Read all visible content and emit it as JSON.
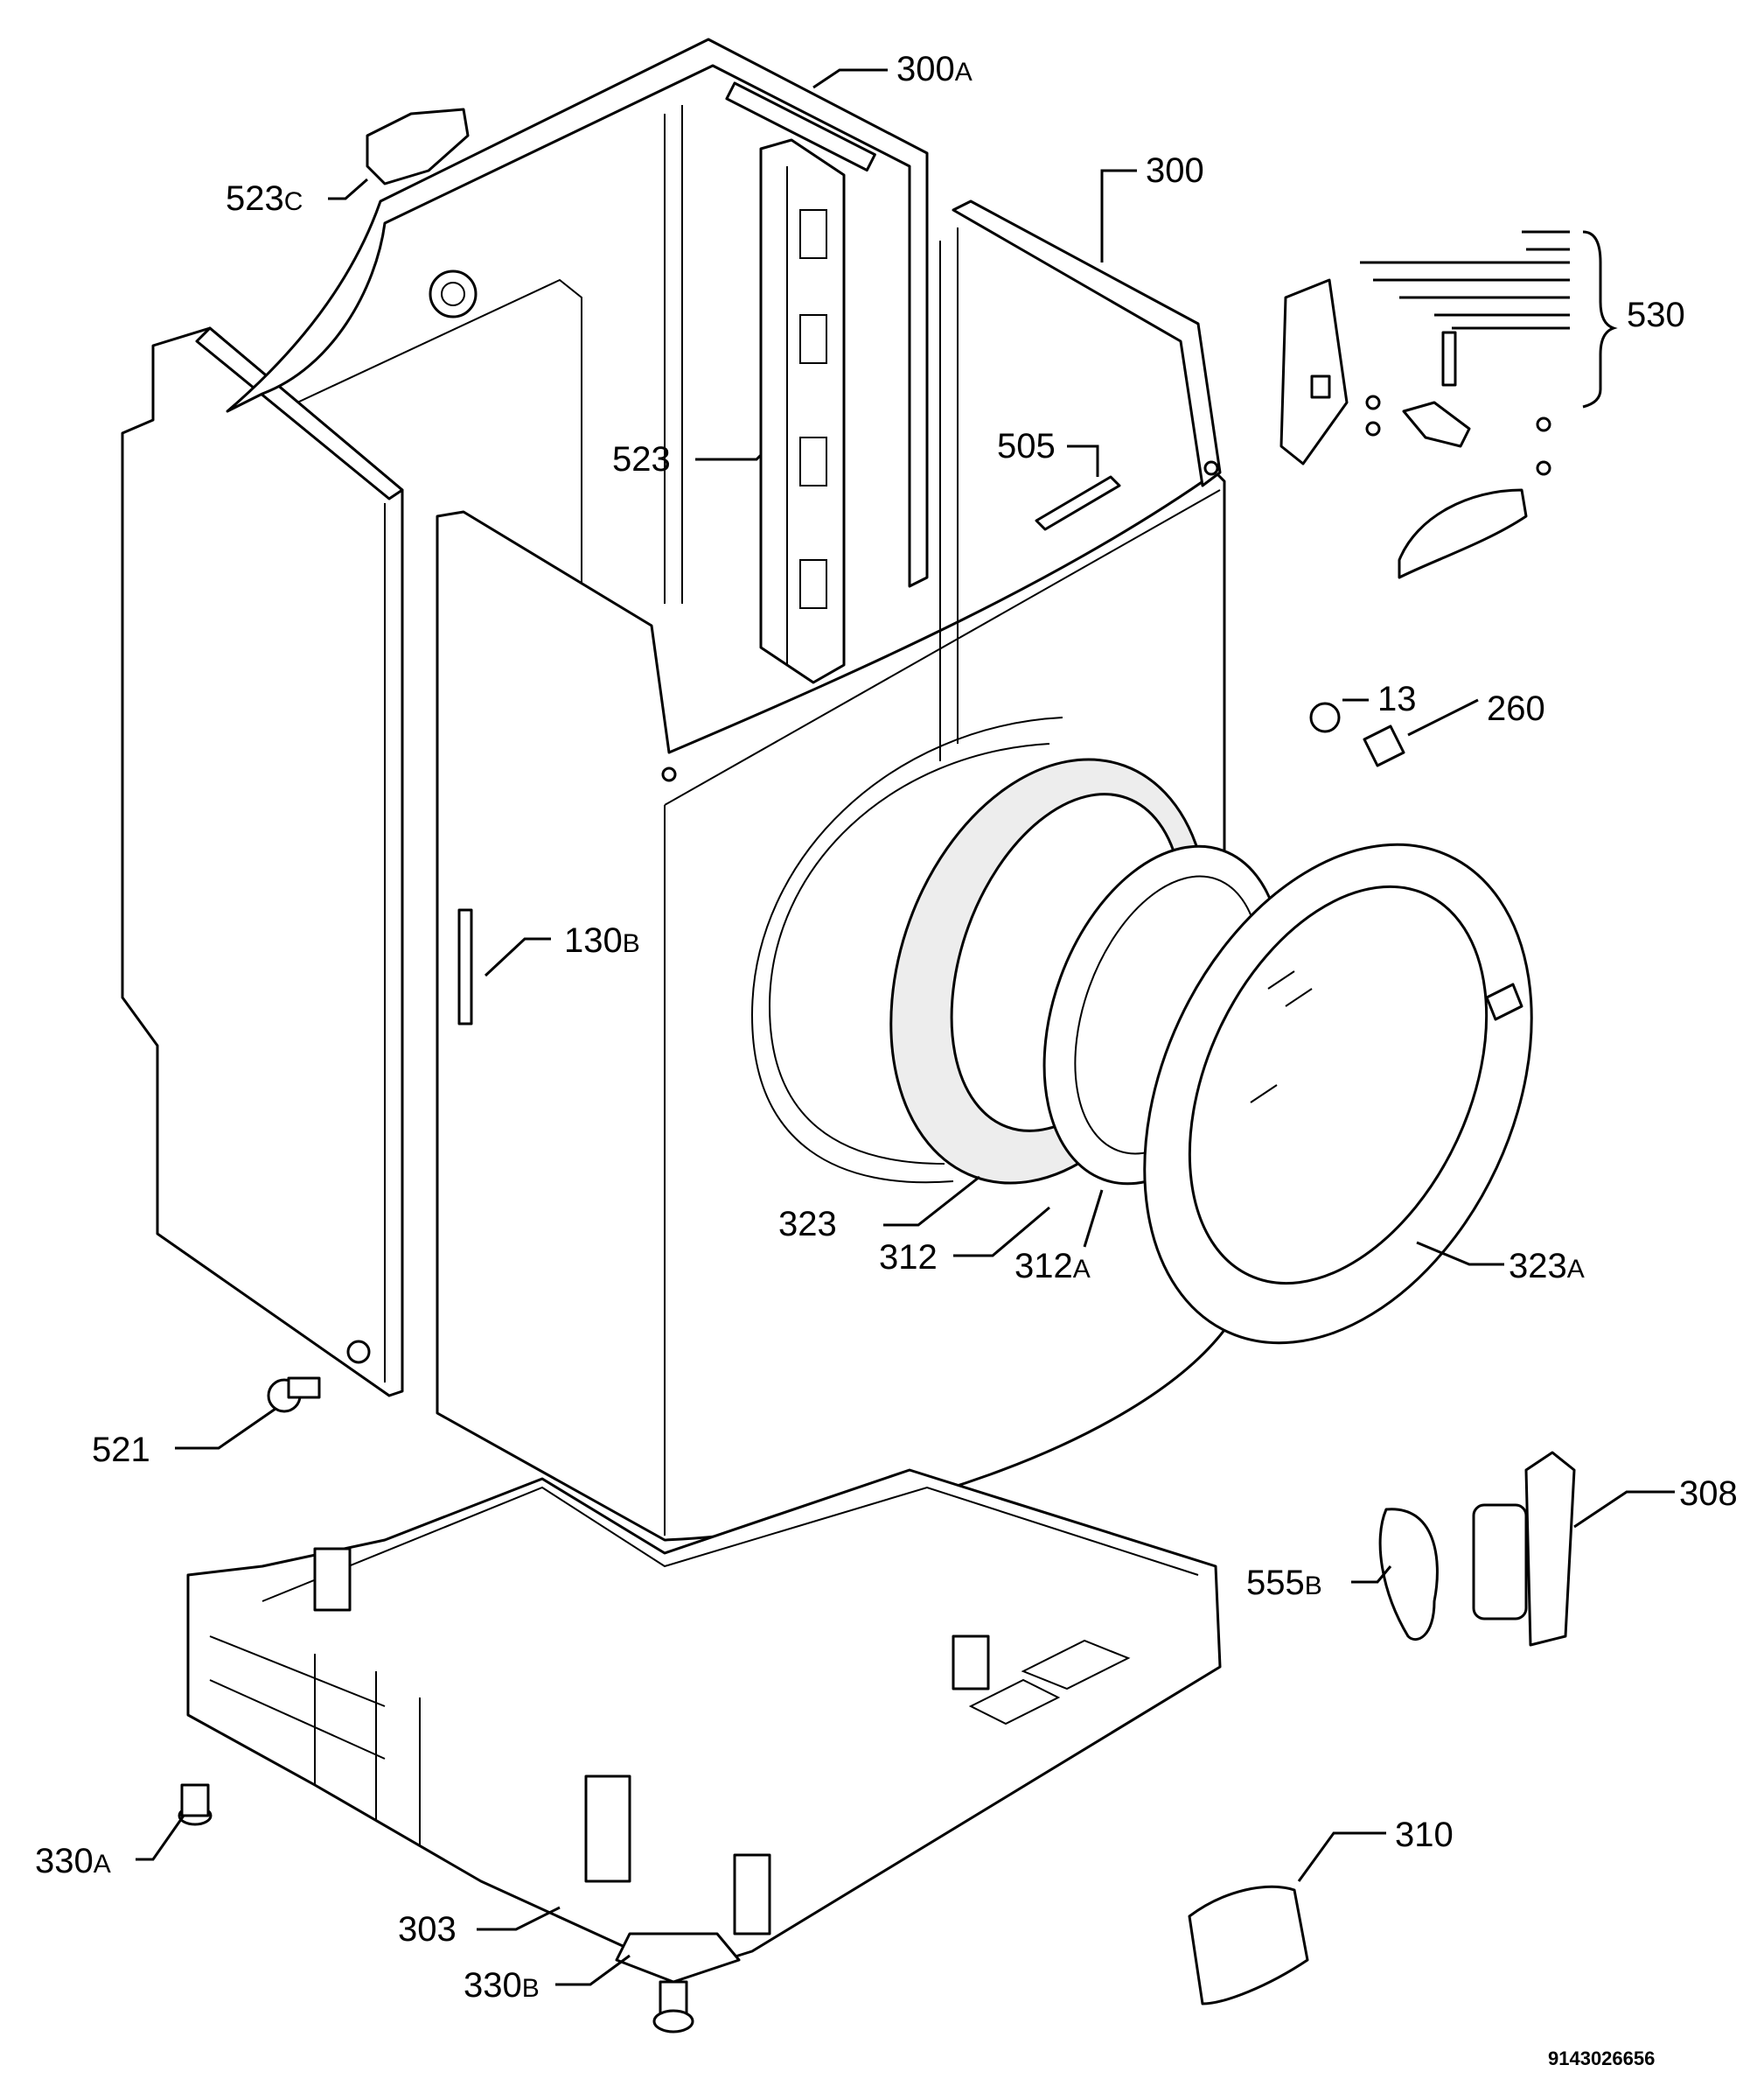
{
  "callouts": [
    {
      "id": "300A",
      "num": "300",
      "suffix": "A"
    },
    {
      "id": "300",
      "num": "300",
      "suffix": ""
    },
    {
      "id": "523C",
      "num": "523",
      "suffix": "C"
    },
    {
      "id": "530",
      "num": "530",
      "suffix": ""
    },
    {
      "id": "523",
      "num": "523",
      "suffix": ""
    },
    {
      "id": "505",
      "num": "505",
      "suffix": ""
    },
    {
      "id": "13",
      "num": "13",
      "suffix": ""
    },
    {
      "id": "260",
      "num": "260",
      "suffix": ""
    },
    {
      "id": "130B",
      "num": "130",
      "suffix": "B"
    },
    {
      "id": "323",
      "num": "323",
      "suffix": ""
    },
    {
      "id": "312",
      "num": "312",
      "suffix": ""
    },
    {
      "id": "312A",
      "num": "312",
      "suffix": "A"
    },
    {
      "id": "323A",
      "num": "323",
      "suffix": "A"
    },
    {
      "id": "521",
      "num": "521",
      "suffix": ""
    },
    {
      "id": "308",
      "num": "308",
      "suffix": ""
    },
    {
      "id": "555B",
      "num": "555",
      "suffix": "B"
    },
    {
      "id": "310",
      "num": "310",
      "suffix": ""
    },
    {
      "id": "330A",
      "num": "330",
      "suffix": "A"
    },
    {
      "id": "303",
      "num": "303",
      "suffix": ""
    },
    {
      "id": "330B",
      "num": "330",
      "suffix": "B"
    }
  ],
  "document_number": "9143026656"
}
